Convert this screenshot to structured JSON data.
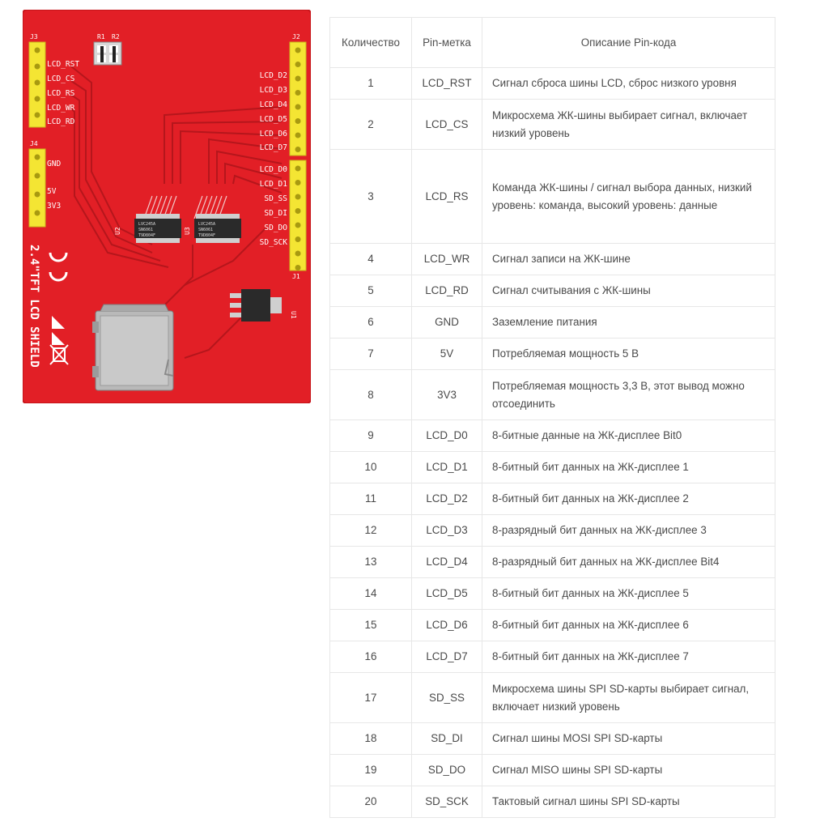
{
  "board": {
    "title": "2.4\"TFT LCD SHIELD",
    "resistors": [
      "R1",
      "R2"
    ],
    "headers": [
      "J3",
      "J4",
      "J2",
      "J1"
    ],
    "chips": [
      "U2",
      "U3",
      "U1"
    ],
    "chip_text": [
      "LVC245A",
      "SN6061",
      "T9D804F"
    ],
    "left_labels": [
      "LCD_RST",
      "LCD_CS",
      "LCD_RS",
      "LCD_WR",
      "LCD_RD",
      "GND",
      "5V",
      "3V3"
    ],
    "right_labels": [
      "LCD_D2",
      "LCD_D3",
      "LCD_D4",
      "LCD_D5",
      "LCD_D6",
      "LCD_D7",
      "LCD_D0",
      "LCD_D1",
      "SD_SS",
      "SD_DI",
      "SD_DO",
      "SD_SCK"
    ],
    "colors": {
      "pcb": "#e21f26",
      "pcb_edge": "#c7151b",
      "header": "#f4e533",
      "silk": "#ffffff",
      "chip": "#2a2a2a",
      "sd_slot": "#b9b9b9"
    }
  },
  "table": {
    "headers": [
      "Количество",
      "Pin-метка",
      "Описание Pin-кода"
    ],
    "rows": [
      {
        "n": "1",
        "pin": "LCD_RST",
        "desc": "Сигнал сброса шины LCD, сброс низкого уровня"
      },
      {
        "n": "2",
        "pin": "LCD_CS",
        "desc": "Микросхема ЖК-шины выбирает сигнал, включает низкий уровень"
      },
      {
        "n": "3",
        "pin": "LCD_RS",
        "desc": "Команда ЖК-шины / сигнал выбора данных, низкий уровень: команда, высокий уровень: данные"
      },
      {
        "n": "4",
        "pin": "LCD_WR",
        "desc": "Сигнал записи на ЖК-шине"
      },
      {
        "n": "5",
        "pin": "LCD_RD",
        "desc": "Сигнал считывания с ЖК-шины"
      },
      {
        "n": "6",
        "pin": "GND",
        "desc": "Заземление питания"
      },
      {
        "n": "7",
        "pin": "5V",
        "desc": "Потребляемая мощность 5 В"
      },
      {
        "n": "8",
        "pin": "3V3",
        "desc": "Потребляемая мощность 3,3 В, этот вывод можно отсоединить"
      },
      {
        "n": "9",
        "pin": "LCD_D0",
        "desc": "8-битные данные на ЖК-дисплее Bit0"
      },
      {
        "n": "10",
        "pin": "LCD_D1",
        "desc": "8-битный бит данных на ЖК-дисплее 1"
      },
      {
        "n": "11",
        "pin": "LCD_D2",
        "desc": "8-битный бит данных на ЖК-дисплее 2"
      },
      {
        "n": "12",
        "pin": "LCD_D3",
        "desc": "8-разрядный бит данных на ЖК-дисплее 3"
      },
      {
        "n": "13",
        "pin": "LCD_D4",
        "desc": "8-разрядный бит данных на ЖК-дисплее Bit4"
      },
      {
        "n": "14",
        "pin": "LCD_D5",
        "desc": "8-битный бит данных на ЖК-дисплее 5"
      },
      {
        "n": "15",
        "pin": "LCD_D6",
        "desc": "8-битный бит данных на ЖК-дисплее 6"
      },
      {
        "n": "16",
        "pin": "LCD_D7",
        "desc": "8-битный бит данных на ЖК-дисплее 7"
      },
      {
        "n": "17",
        "pin": "SD_SS",
        "desc": "Микросхема шины SPI SD-карты выбирает сигнал, включает низкий уровень"
      },
      {
        "n": "18",
        "pin": "SD_DI",
        "desc": "Сигнал шины MOSI SPI SD-карты"
      },
      {
        "n": "19",
        "pin": "SD_DO",
        "desc": "Сигнал MISO шины SPI SD-карты"
      },
      {
        "n": "20",
        "pin": "SD_SCK",
        "desc": "Тактовый сигнал шины SPI SD-карты"
      }
    ]
  }
}
